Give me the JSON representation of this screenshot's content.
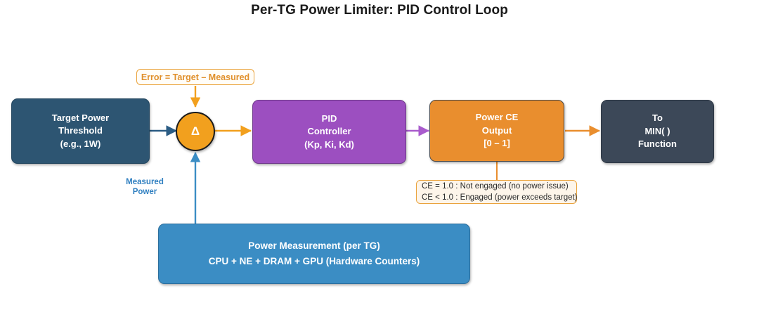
{
  "diagram": {
    "title": "Per-TG Power Limiter: PID Control Loop",
    "background_color": "#ffffff"
  },
  "nodes": {
    "target": {
      "name": "Target Power Threshold",
      "line1": "Target Power",
      "line2": "Threshold",
      "line3": "(e.g., 1W)",
      "fill": "#2d5572",
      "text_color": "#ffffff"
    },
    "delta": {
      "symbol": "Δ",
      "fill": "#f2a01e",
      "border": "#1b1b1b",
      "text_color": "#ffffff"
    },
    "pid": {
      "line1": "PID",
      "line2": "Controller",
      "line3": "(Kp, Ki, Kd)",
      "fill": "#9c4fc0",
      "text_color": "#ffffff"
    },
    "ce": {
      "line1": "Power CE",
      "line2": "Output",
      "line3": "[0 – 1]",
      "fill": "#e98e2e",
      "text_color": "#ffffff"
    },
    "min": {
      "line1": "To",
      "line2": "MIN( )",
      "line3": "Function",
      "fill": "#3c4858",
      "text_color": "#ffffff"
    },
    "measurement": {
      "line1": "Power Measurement (per TG)",
      "line2": "CPU + NE + DRAM + GPU  (Hardware Counters)",
      "fill": "#3b8dc4",
      "text_color": "#ffffff"
    }
  },
  "callouts": {
    "error": {
      "text": "Error = Target – Measured",
      "fill": "#fffdf8",
      "border": "#eaa33c",
      "text_color": "#e0902b"
    },
    "ce_legend": {
      "line1": "CE = 1.0 : Not engaged (no power issue)",
      "line2": "CE < 1.0 : Engaged (power exceeds target)",
      "fill": "#fdf5ea",
      "border": "#eaa33c",
      "text_color": "#2b2b2b"
    }
  },
  "labels": {
    "measured_power": {
      "line1": "Measured",
      "line2": "Power",
      "color": "#2f7fc0"
    }
  },
  "connectors": {
    "target_to_delta": {
      "color": "#2b5c84",
      "label": ""
    },
    "error_to_delta": {
      "color": "#f2a01e",
      "label": ""
    },
    "measured_to_delta": {
      "color": "#3b8dc4",
      "label": ""
    },
    "delta_to_pid": {
      "color": "#f2a01e",
      "label": ""
    },
    "pid_to_ce": {
      "color": "#a95bcd",
      "label": ""
    },
    "ce_to_min": {
      "color": "#e98e2e",
      "label": ""
    },
    "ce_to_legend": {
      "color": "#e98e2e",
      "label": ""
    }
  }
}
